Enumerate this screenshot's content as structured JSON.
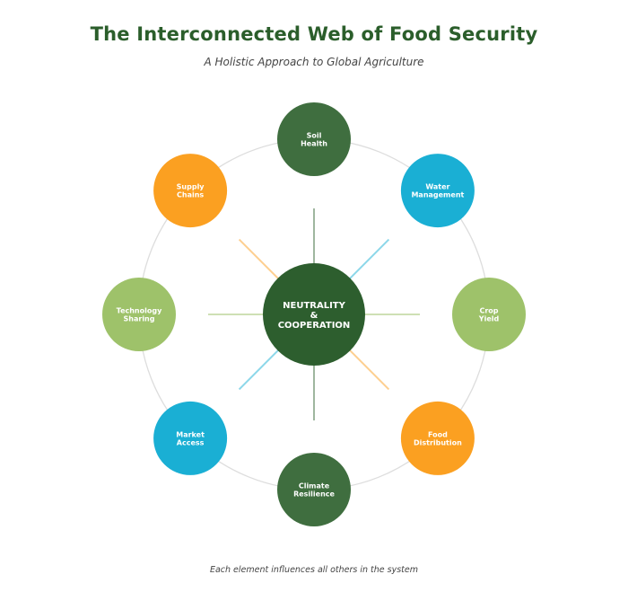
{
  "header": {
    "title": "The Interconnected Web of Food Security",
    "subtitle": "A Holistic Approach to Global Agriculture"
  },
  "center": {
    "lines": [
      "NEUTRALITY",
      "&",
      "COOPERATION"
    ],
    "color": "#2d5e2e"
  },
  "nodes": [
    {
      "id": "soil-health",
      "lines": [
        "Soil",
        "Health"
      ],
      "color": "#3f6e3f"
    },
    {
      "id": "water-management",
      "lines": [
        "Water",
        "Management"
      ],
      "color": "#1aafd4"
    },
    {
      "id": "crop-yield",
      "lines": [
        "Crop",
        "Yield"
      ],
      "color": "#9ec26a"
    },
    {
      "id": "food-distribution",
      "lines": [
        "Food",
        "Distribution"
      ],
      "color": "#fba021"
    },
    {
      "id": "climate-resilience",
      "lines": [
        "Climate",
        "Resilience"
      ],
      "color": "#3f6e3f"
    },
    {
      "id": "market-access",
      "lines": [
        "Market",
        "Access"
      ],
      "color": "#1aafd4"
    },
    {
      "id": "technology-sharing",
      "lines": [
        "Technology",
        "Sharing"
      ],
      "color": "#9ec26a"
    },
    {
      "id": "supply-chains",
      "lines": [
        "Supply",
        "Chains"
      ],
      "color": "#fba021"
    }
  ],
  "ring_color": "#dddddd",
  "footer": {
    "note": "Each element influences all others in the system"
  }
}
